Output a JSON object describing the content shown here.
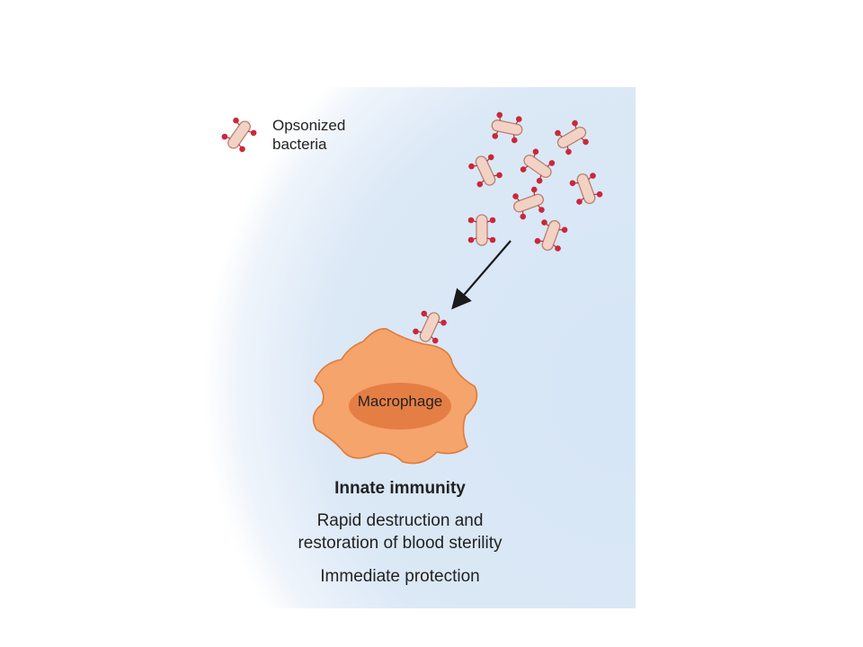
{
  "legend": {
    "label_line1": "Opsonized",
    "label_line2": "bacteria"
  },
  "macrophage": {
    "label": "Macrophage"
  },
  "caption": {
    "heading": "Innate immunity",
    "line1": "Rapid destruction and",
    "line2": "restoration of blood sterility",
    "line3": "Immediate protection"
  },
  "colors": {
    "background_blue": "#dbe8f6",
    "cell_fill": "#f5a46c",
    "cell_outline": "#e07a3a",
    "nucleus": "#e57e45",
    "bacterium_fill": "#f3d2c6",
    "bacterium_outline": "#b9816d",
    "opsonin": "#c8293a",
    "arrow": "#1a1a1a"
  }
}
